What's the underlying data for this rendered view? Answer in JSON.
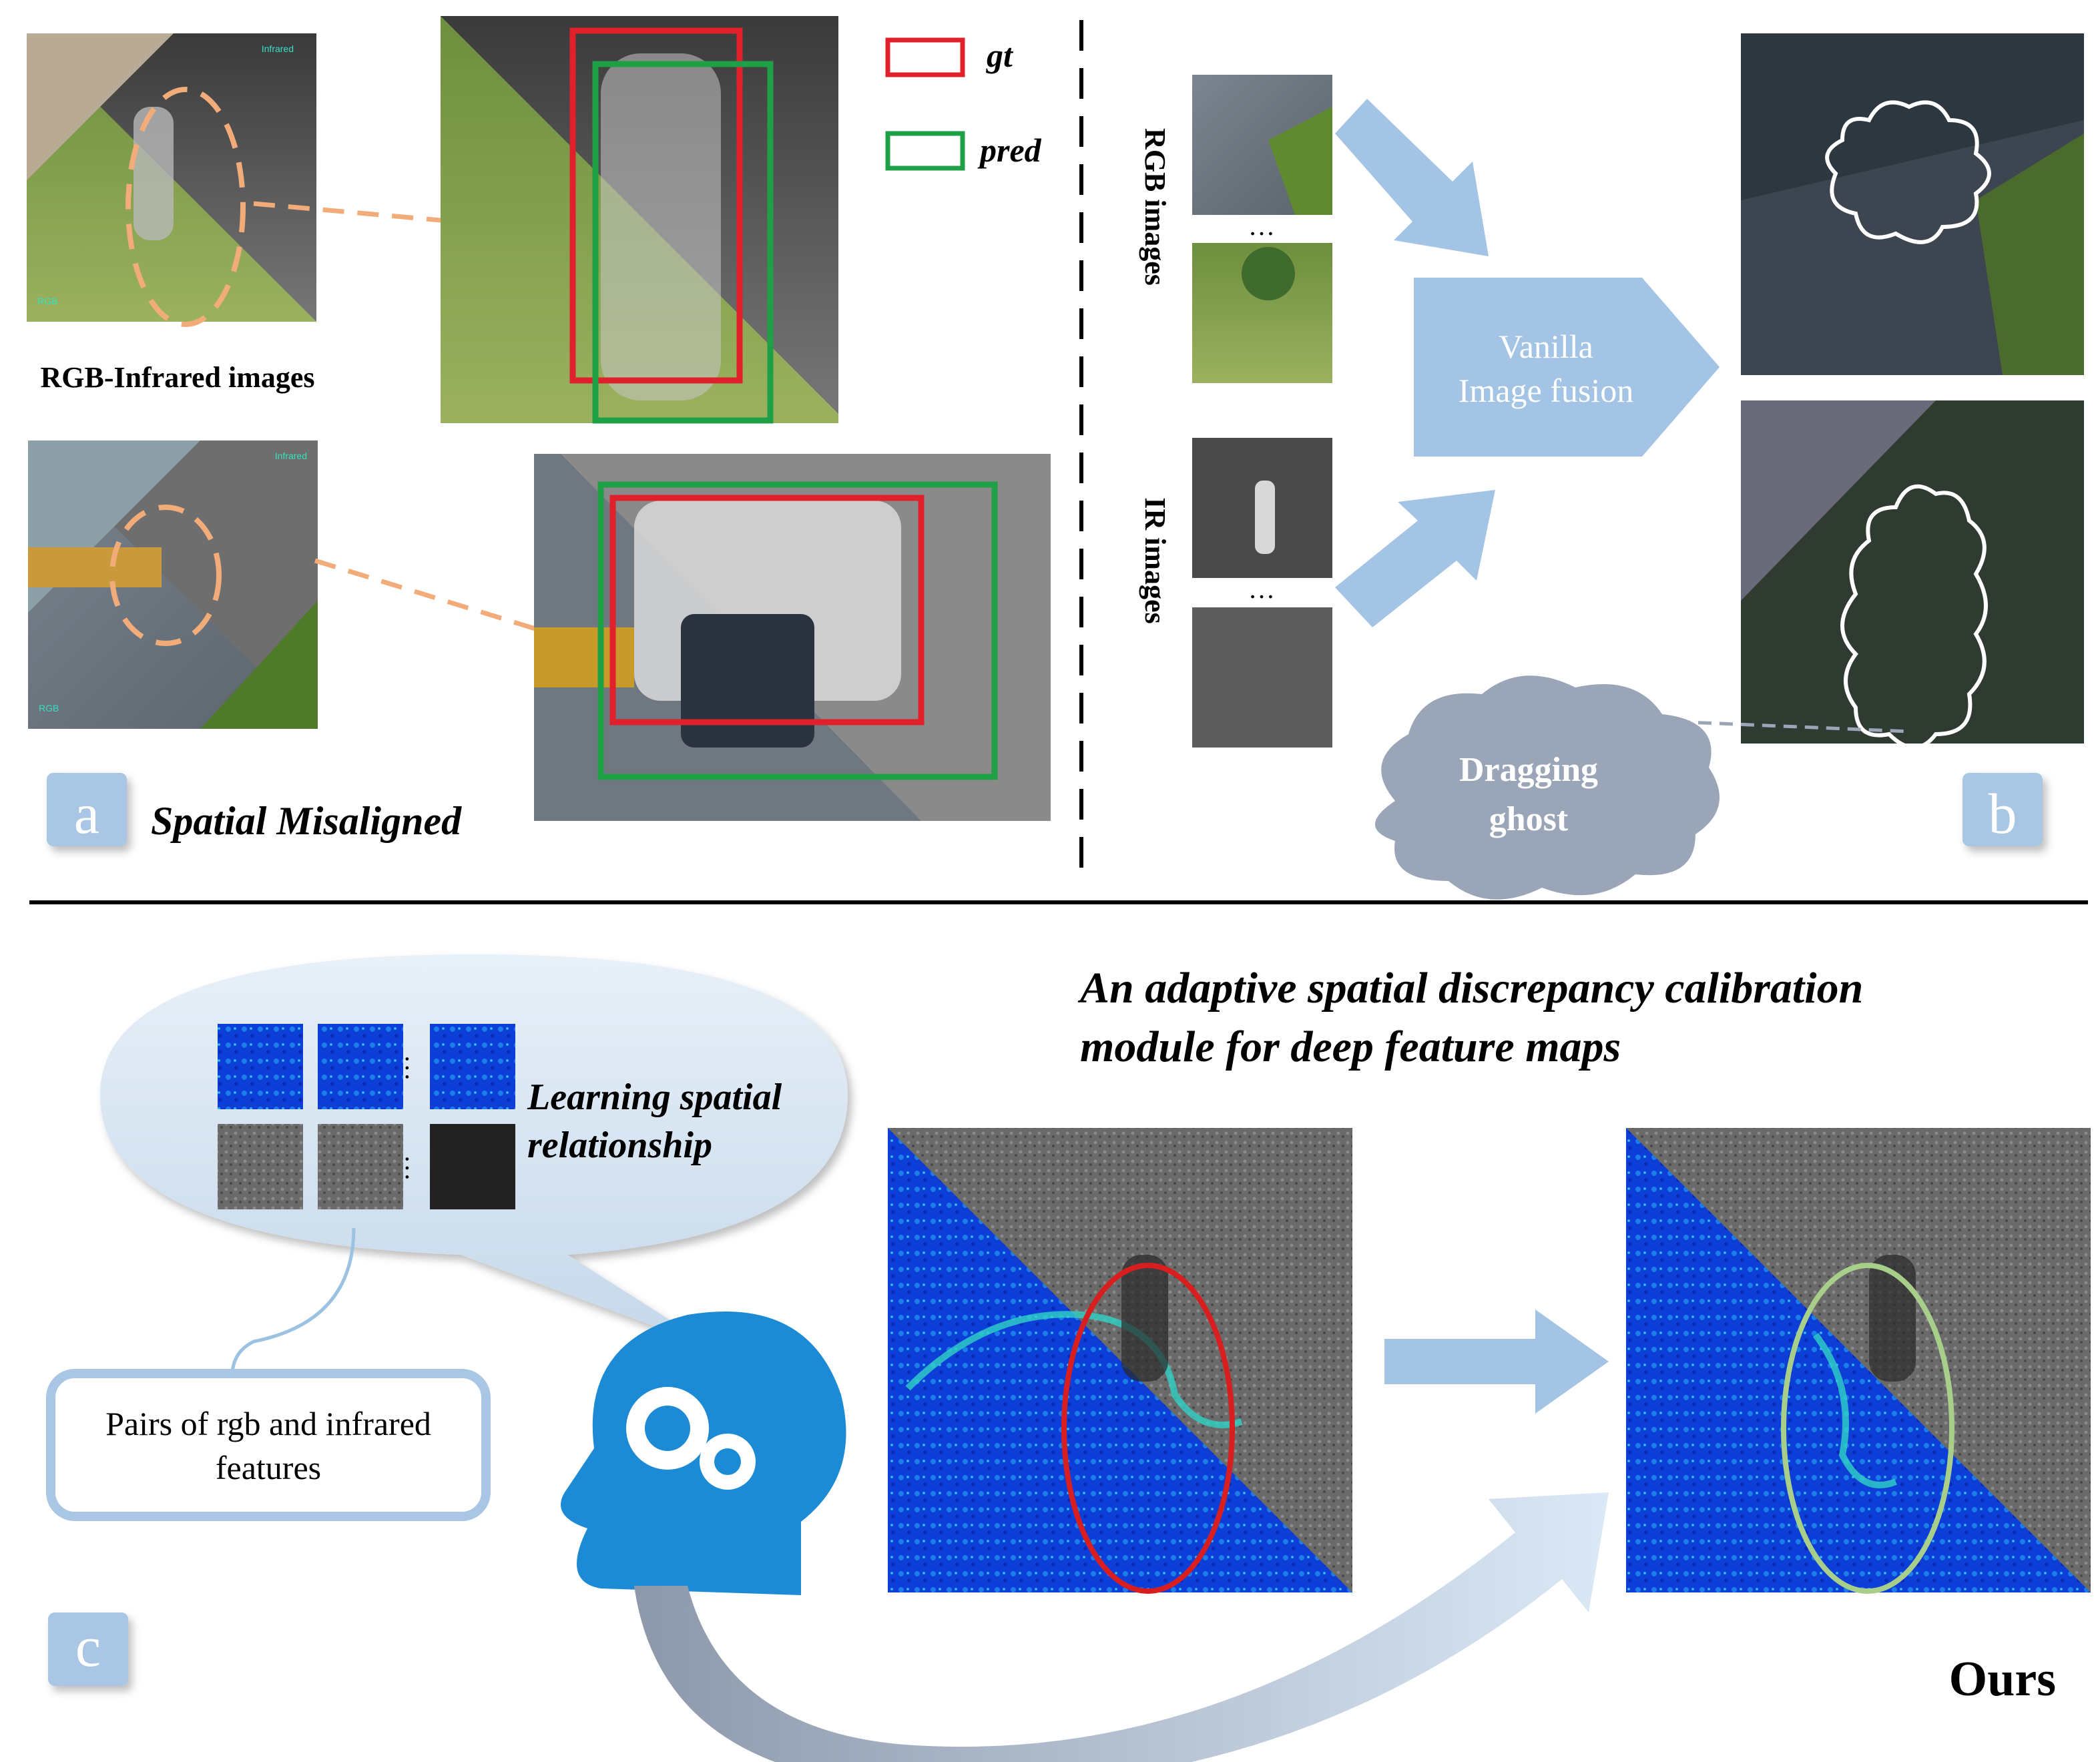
{
  "panel_a": {
    "badge": "a",
    "caption": "Spatial Misaligned",
    "images_label": "RGB-Infrared images",
    "thumb_infrared_tag": "Infrared",
    "thumb_infrared_tag_2": "Infrared",
    "thumb_rgb_tag": "RGB",
    "thumb_rgb_tag_2": "RGB",
    "legend": [
      {
        "label": "gt",
        "color": "#e0202a"
      },
      {
        "label": "pred",
        "color": "#1fa046"
      }
    ]
  },
  "panel_b": {
    "badge": "b",
    "rgb_label": "RGB images",
    "ir_label": "IR images",
    "ellipsis": "…",
    "fusion_line1": "Vanilla",
    "fusion_line2": "Image fusion",
    "cloud_line1": "Dragging",
    "cloud_line2": "ghost"
  },
  "panel_c": {
    "badge": "c",
    "title_line1": "An adaptive spatial discrepancy calibration",
    "title_line2": "module for deep feature maps",
    "bubble_line1": "Learning spatial",
    "bubble_line2": "relationship",
    "pairs_line1": "Pairs of rgb and infrared",
    "pairs_line2": "features",
    "ours": "Ours"
  },
  "colors": {
    "badge_fill": "#a9c7e4",
    "arrow_fill": "#a3c4e4",
    "gt": "#e0202a",
    "pred": "#1fa046",
    "dash_orange": "#f2ac7a",
    "ellipse_red": "#d81e1e",
    "ellipse_green": "#a8cf8a",
    "cloud_fill": "#9aa6b8",
    "head_blue": "#1c8ad4"
  }
}
